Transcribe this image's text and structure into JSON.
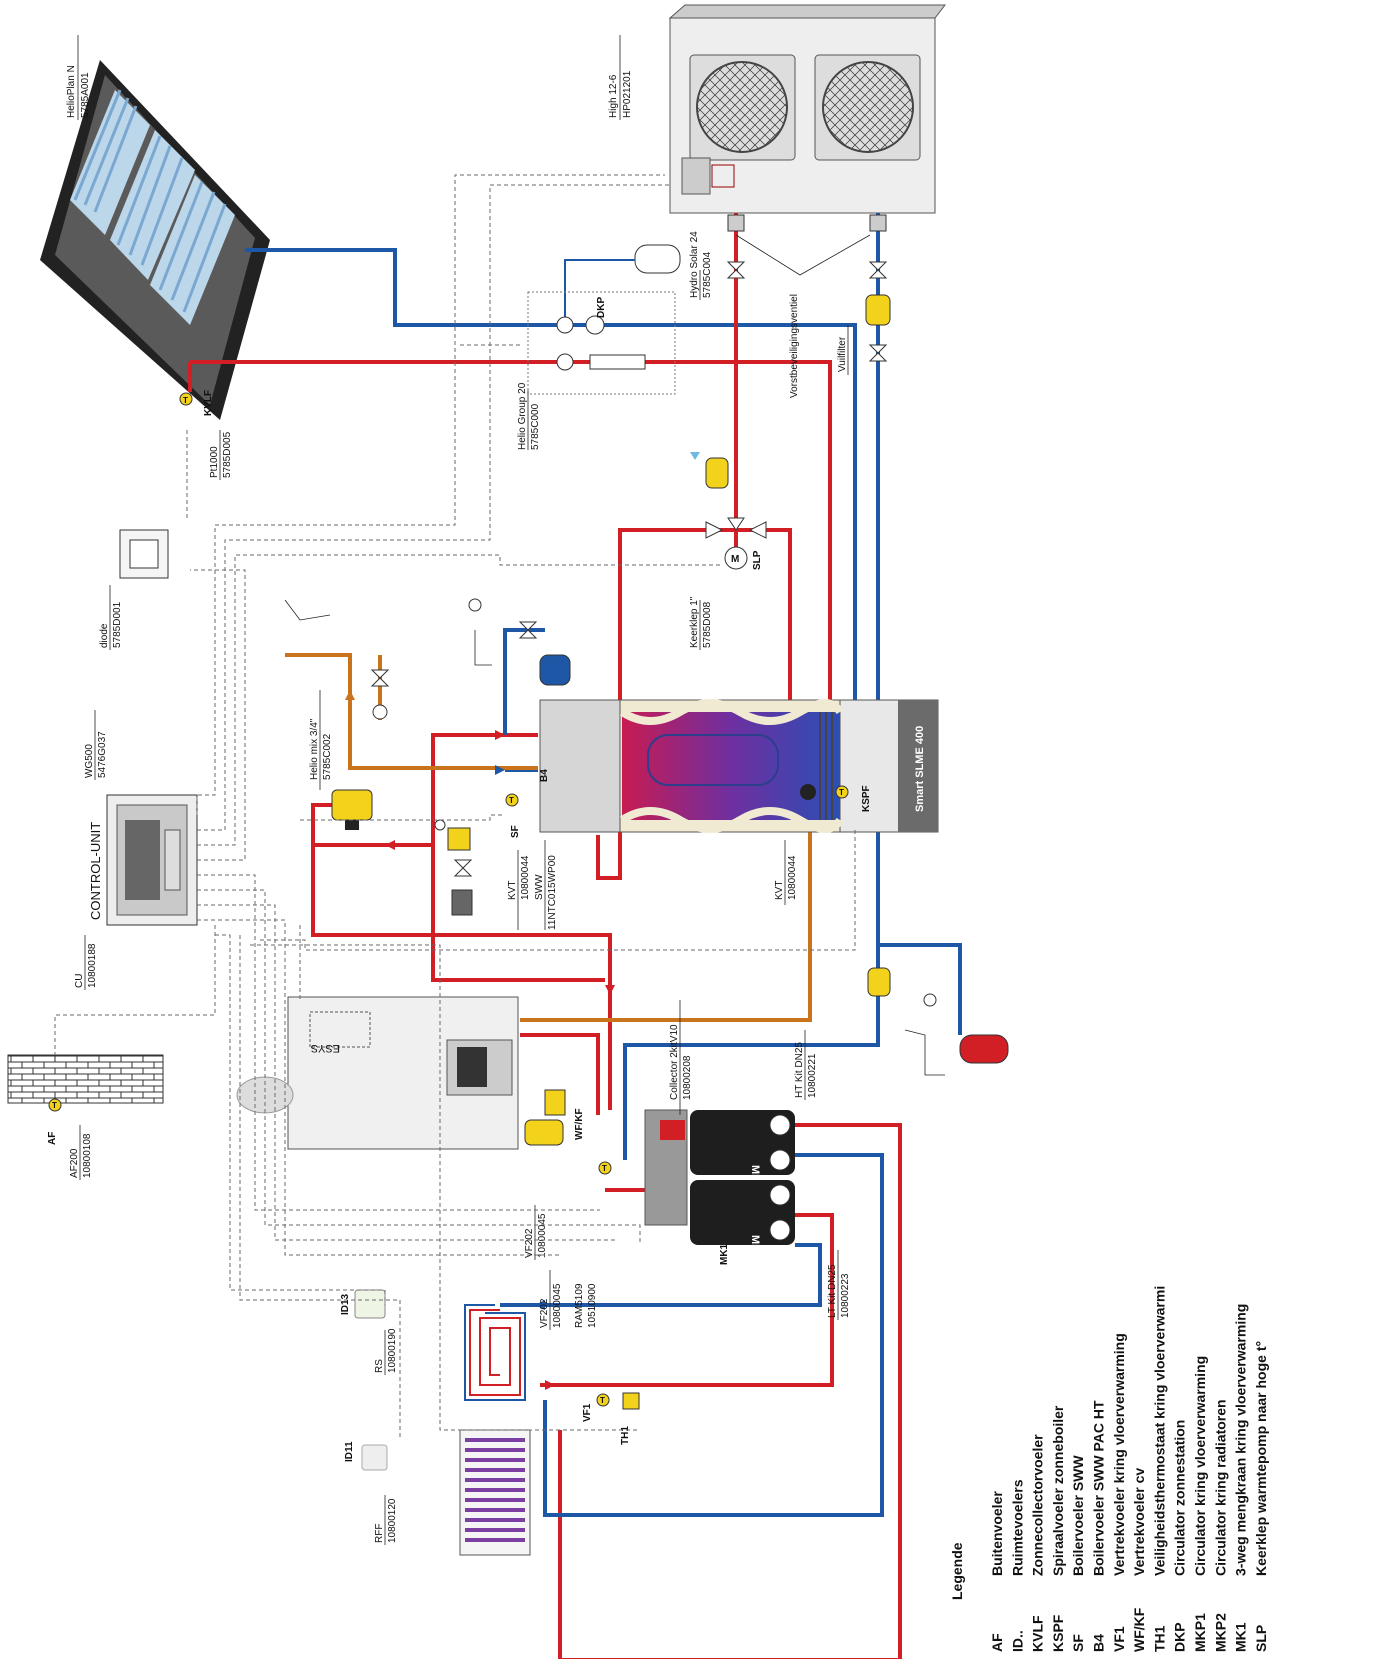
{
  "components": {
    "collector": {
      "name": "HelioPlan N",
      "code": "5785A001"
    },
    "heatpump": {
      "name": "High 12-6",
      "code": "HP021201"
    },
    "hydro_solar": {
      "name": "Hydro Solar 24",
      "code": "5785C004"
    },
    "frost_valve": {
      "label": "Vorstbeveiligingsventiel"
    },
    "dirt_filter": {
      "label": "Vuilfilter"
    },
    "dkp": {
      "tag": "DKP"
    },
    "helio_group": {
      "name": "Helio Group 20",
      "code": "5785C000"
    },
    "kvlf": {
      "tag": "KVLF",
      "sensor": "Pt1000",
      "code": "5785D005"
    },
    "diode": {
      "name": "diode",
      "code": "5785D001"
    },
    "check_valve": {
      "name": "Keerklep 1\"",
      "code": "5785D008"
    },
    "slp": {
      "tag": "SLP",
      "motor": "M"
    },
    "control": {
      "title": "CONTROL-UNIT",
      "wg_name": "WG500",
      "wg_code": "5476G037",
      "cu_name": "CU",
      "cu_code": "10800188"
    },
    "helio_mix": {
      "name": "Helio mix 3/4\"",
      "code": "5785C002"
    },
    "boiler": {
      "name": "Smart SLME 400",
      "b4": "B4",
      "sf": "SF",
      "kspf": "KSPF"
    },
    "kvt_left": {
      "name": "KVT",
      "code": "10800044"
    },
    "sww": {
      "name": "SWW",
      "code": "11NTC015WP00"
    },
    "kvt_right": {
      "name": "KVT",
      "code": "10800044"
    },
    "esys": {
      "label": "ESYS"
    },
    "collector_kit": {
      "name": "Collector 2kitV10",
      "code": "10800208"
    },
    "ht_kit": {
      "name": "HT Kit DN25",
      "code": "10800221"
    },
    "wfkf": {
      "tag": "WF/KF"
    },
    "mkp2": {
      "tag": "MKP2"
    },
    "mkp1": {
      "tag": "MKP1"
    },
    "mk1": {
      "tag": "MK1"
    },
    "vf202a": {
      "name": "VF202",
      "code": "10800045"
    },
    "vf202b": {
      "name": "VF202",
      "code": "10800045"
    },
    "ram": {
      "name": "RAM5109",
      "code": "10510900"
    },
    "lt_kit": {
      "name": "LT Kit DN25",
      "code": "10800223"
    },
    "vf1": {
      "tag": "VF1"
    },
    "th1": {
      "tag": "TH1"
    },
    "af": {
      "tag": "AF",
      "name": "AF200",
      "code": "10800108"
    },
    "id13": {
      "tag": "ID13",
      "name": "RS",
      "code": "10800190"
    },
    "id11": {
      "tag": "ID11",
      "name": "RFF",
      "code": "10800120"
    },
    "sensor_mark": "T"
  },
  "legend": {
    "title": "Legende",
    "items": [
      {
        "code": "AF",
        "text": "Buitenvoeler"
      },
      {
        "code": "ID..",
        "text": "Ruimtevoelers"
      },
      {
        "code": "KVLF",
        "text": "Zonnecollectorvoeler"
      },
      {
        "code": "KSPF",
        "text": "Spiraalvoeler zonneboiler"
      },
      {
        "code": "SF",
        "text": "Boilervoeler SWW"
      },
      {
        "code": "B4",
        "text": "Boilervoeler SWW PAC HT"
      },
      {
        "code": "VF1",
        "text": "Vertrekvoeler kring vloerverwarming"
      },
      {
        "code": "WF/KF",
        "text": "Vertrekvoeler cv"
      },
      {
        "code": "TH1",
        "text": "Veiligheidsthermostaat kring vloerverwarmi"
      },
      {
        "code": "DKP",
        "text": "Circulator zonnestation"
      },
      {
        "code": "MKP1",
        "text": "Circulator kring vloerverwarming"
      },
      {
        "code": "MKP2",
        "text": "Circulator kring radiatoren"
      },
      {
        "code": "MK1",
        "text": "3-weg mengkraan kring vloerverwarming"
      },
      {
        "code": "SLP",
        "text": "Keerklep warmtepomp naar hoge t°"
      }
    ]
  },
  "colors": {
    "hot": "#d21f26",
    "cold": "#1d57a6",
    "warm": "#c9741c",
    "sensor": "#f2d21b"
  }
}
